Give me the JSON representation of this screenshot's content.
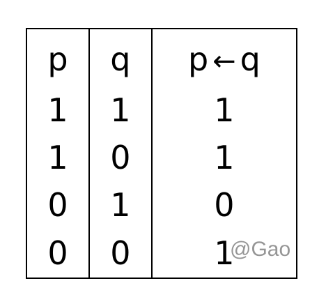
{
  "table": {
    "headers": [
      "p",
      "q",
      "p",
      "←",
      "q"
    ],
    "rows": [
      [
        "1",
        "1",
        "1"
      ],
      [
        "1",
        "0",
        "1"
      ],
      [
        "0",
        "1",
        "0"
      ],
      [
        "0",
        "0",
        "1"
      ]
    ]
  },
  "watermark": "@Gao"
}
